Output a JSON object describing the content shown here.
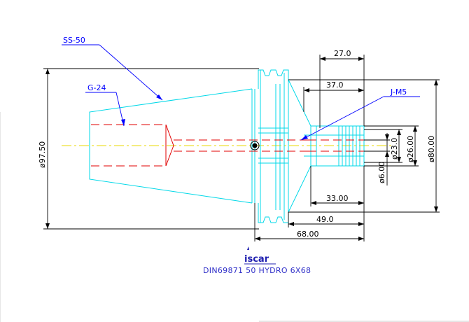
{
  "labels": {
    "ss": "SS-50",
    "g": "G-24",
    "j": "J-M5"
  },
  "dimensions": {
    "d97_50": "ø97.50",
    "l27": "27.0",
    "l37": "37.0",
    "d23": "ø23.0",
    "d26": "ø26.00",
    "d80": "ø80.00",
    "d6": "ø6.00",
    "l33": "33.00",
    "l49": "49.0",
    "l68": "68.00"
  },
  "brand": {
    "logo_text": "iscar"
  },
  "caption": "DIN69871 50 HYDRO 6X68",
  "colors": {
    "outline": "#00d8e8",
    "hidden": "#e00000",
    "centerline": "#e8d800",
    "leader": "#0000ff",
    "dimension": "#000000"
  }
}
